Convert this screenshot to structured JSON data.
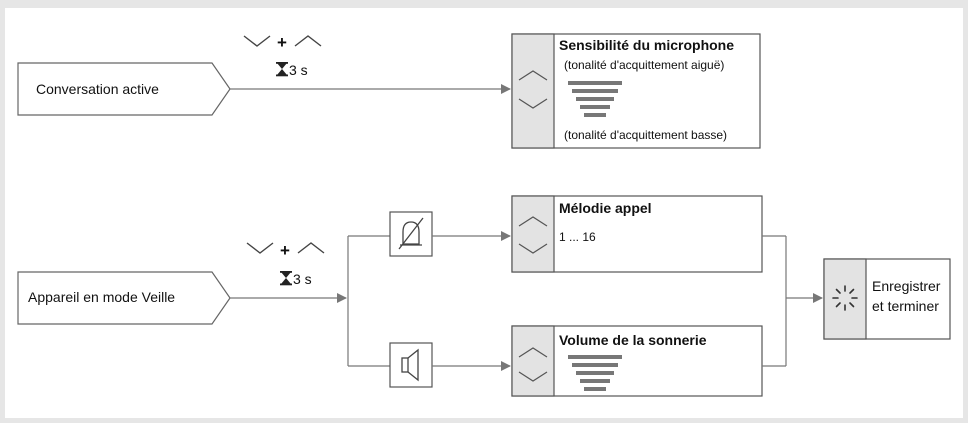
{
  "colors": {
    "background": "#e6e6e6",
    "panel": "#ffffff",
    "stroke": "#555555",
    "side_panel": "#e3e3e3",
    "bars": "#777777",
    "arrow": "#777777"
  },
  "flow_top": {
    "source": "Conversation active",
    "keys": {
      "down_icon": "chevron-down-icon",
      "plus": "+",
      "up_icon": "chevron-up-icon"
    },
    "hold": {
      "icon": "hourglass-icon",
      "label": "3 s"
    },
    "target": {
      "title": "Sensibilité du microphone",
      "high": "(tonalité d'acquittement aiguë)",
      "low": "(tonalité d'acquittement basse)",
      "level_bars": 5
    }
  },
  "flow_bottom": {
    "source": "Appareil en mode Veille",
    "keys": {
      "down_icon": "chevron-down-icon",
      "plus": "+",
      "up_icon": "chevron-up-icon"
    },
    "hold": {
      "icon": "hourglass-icon",
      "label": "3 s"
    },
    "branch_melody": {
      "icon": "bell-off-icon",
      "title": "Mélodie appel",
      "range": "1 ... 16"
    },
    "branch_volume": {
      "icon": "speaker-icon",
      "title": "Volume de la sonnerie",
      "level_bars": 5
    },
    "finish": {
      "icon": "loading-icon",
      "label_line1": "Enregistrer",
      "label_line2": "et terminer"
    }
  }
}
